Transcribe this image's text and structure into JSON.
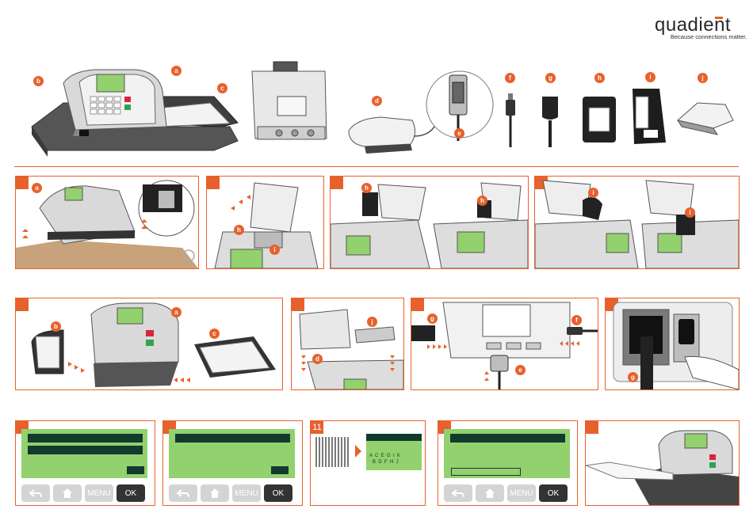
{
  "brand": {
    "name": "quadient",
    "tagline": "Because connections matter."
  },
  "colors": {
    "accent": "#e8612c",
    "screen": "#93d06e",
    "screen_text": "#123a2e",
    "device": "#555555"
  },
  "overview_labels": [
    "a",
    "b",
    "c",
    "d",
    "e",
    "f",
    "g",
    "h",
    "i",
    "j"
  ],
  "panels": {
    "p1": {
      "labels": [
        "a"
      ]
    },
    "p2": {
      "labels": [
        "h",
        "i"
      ]
    },
    "p3": {
      "labels": [
        "h",
        "h"
      ]
    },
    "p4": {
      "labels": [
        "i",
        "i"
      ]
    },
    "p5": {
      "labels": [
        "a",
        "b",
        "c"
      ]
    },
    "p6": {
      "labels": [
        "j",
        "d"
      ]
    },
    "p7": {
      "labels": [
        "g",
        "f",
        "e"
      ]
    },
    "p8": {
      "labels": [
        "g"
      ]
    },
    "p11": {
      "step": "11",
      "letters_top": "A  C  E  G  I  K",
      "letters_bottom": "B  D  F  H  J"
    }
  },
  "keypad": {
    "back_icon": "back-arrow-icon",
    "home_icon": "home-icon",
    "menu_label": "MENU",
    "ok_label": "OK"
  }
}
